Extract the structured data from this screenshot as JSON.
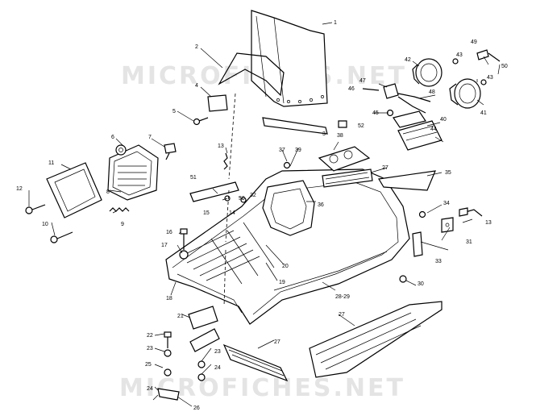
{
  "watermark": "MICROFICHES.NET",
  "callouts": [
    {
      "id": "c1",
      "text": "1"
    },
    {
      "id": "c2",
      "text": "2"
    },
    {
      "id": "c3",
      "text": "3"
    },
    {
      "id": "c4",
      "text": "4"
    },
    {
      "id": "c5",
      "text": "5"
    },
    {
      "id": "c6",
      "text": "6"
    },
    {
      "id": "c7",
      "text": "7"
    },
    {
      "id": "c8",
      "text": "8"
    },
    {
      "id": "c9",
      "text": "9"
    },
    {
      "id": "c10",
      "text": "10"
    },
    {
      "id": "c11",
      "text": "11"
    },
    {
      "id": "c12",
      "text": "12"
    },
    {
      "id": "c13",
      "text": "13"
    },
    {
      "id": "c14",
      "text": "14"
    },
    {
      "id": "c15",
      "text": "15"
    },
    {
      "id": "c16",
      "text": "16"
    },
    {
      "id": "c17",
      "text": "17"
    },
    {
      "id": "c18",
      "text": "18"
    },
    {
      "id": "c19",
      "text": "19"
    },
    {
      "id": "c20",
      "text": "20"
    },
    {
      "id": "c21",
      "text": "21"
    },
    {
      "id": "c22",
      "text": "22"
    },
    {
      "id": "c23a",
      "text": "23"
    },
    {
      "id": "c23b",
      "text": "23"
    },
    {
      "id": "c24a",
      "text": "24"
    },
    {
      "id": "c24b",
      "text": "24"
    },
    {
      "id": "c25",
      "text": "25"
    },
    {
      "id": "c26",
      "text": "26"
    },
    {
      "id": "c27a",
      "text": "27"
    },
    {
      "id": "c27b",
      "text": "27"
    },
    {
      "id": "c27c",
      "text": "27"
    },
    {
      "id": "c28",
      "text": "28-29"
    },
    {
      "id": "c30a",
      "text": "30"
    },
    {
      "id": "c30b",
      "text": "30"
    },
    {
      "id": "c31",
      "text": "31"
    },
    {
      "id": "c32",
      "text": "32"
    },
    {
      "id": "c33",
      "text": "33"
    },
    {
      "id": "c34",
      "text": "34"
    },
    {
      "id": "c35",
      "text": "35"
    },
    {
      "id": "c36",
      "text": "36"
    },
    {
      "id": "c37",
      "text": "37"
    },
    {
      "id": "c38",
      "text": "38"
    },
    {
      "id": "c39",
      "text": "39"
    },
    {
      "id": "c40",
      "text": "40"
    },
    {
      "id": "c41",
      "text": "41"
    },
    {
      "id": "c42",
      "text": "42"
    },
    {
      "id": "c43a",
      "text": "43"
    },
    {
      "id": "c43b",
      "text": "43"
    },
    {
      "id": "c44",
      "text": "44"
    },
    {
      "id": "c45",
      "text": "45"
    },
    {
      "id": "c46",
      "text": "46"
    },
    {
      "id": "c47",
      "text": "47"
    },
    {
      "id": "c48",
      "text": "48"
    },
    {
      "id": "c49",
      "text": "49"
    },
    {
      "id": "c50",
      "text": "50"
    },
    {
      "id": "c51",
      "text": "51"
    },
    {
      "id": "c52",
      "text": "52"
    },
    {
      "id": "c13b",
      "text": "13"
    }
  ]
}
